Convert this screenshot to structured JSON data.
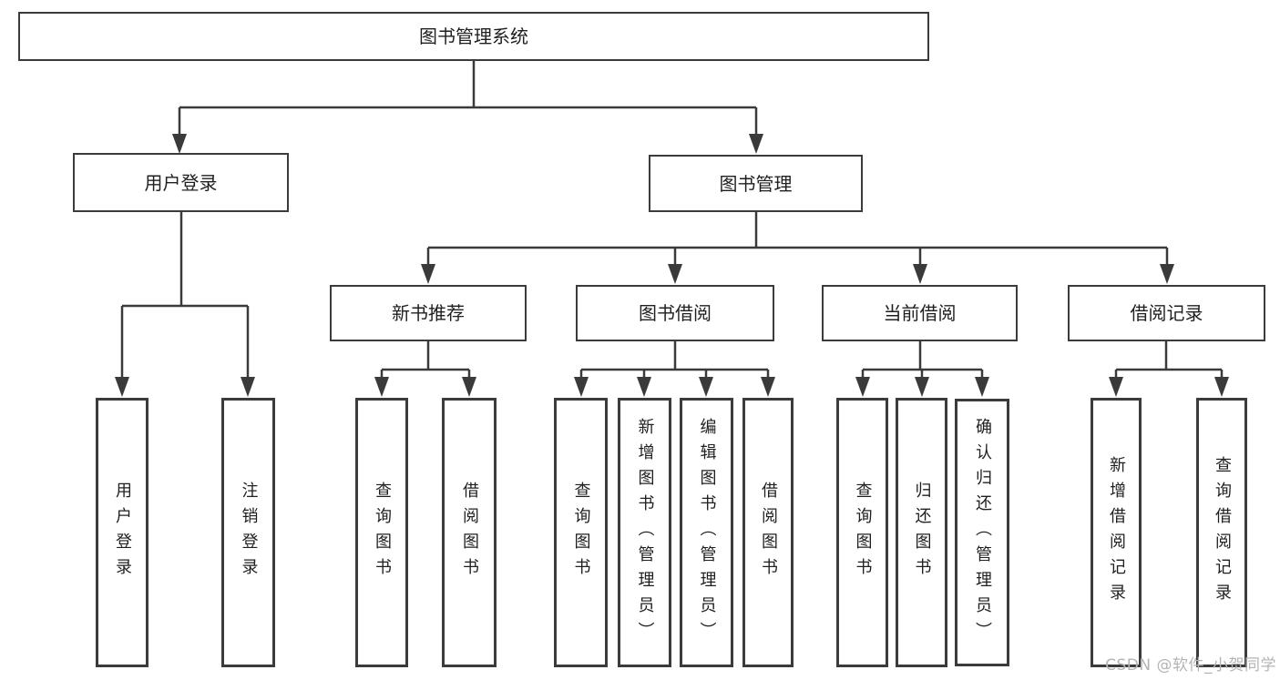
{
  "root": {
    "label": "图书管理系统"
  },
  "login_branch": {
    "label": "用户登录",
    "leaves": [
      "用户登录",
      "注销登录"
    ]
  },
  "management_branch": {
    "label": "图书管理",
    "groups": [
      {
        "label": "新书推荐",
        "leaves": [
          "查询图书",
          "借阅图书"
        ]
      },
      {
        "label": "图书借阅",
        "leaves": [
          "查询图书",
          "新增图书（管理员）",
          "编辑图书（管理员）",
          "借阅图书"
        ]
      },
      {
        "label": "当前借阅",
        "leaves": [
          "查询图书",
          "归还图书",
          "确认归还（管理员）"
        ]
      },
      {
        "label": "借阅记录",
        "leaves": [
          "新增借阅记录",
          "查询借阅记录"
        ]
      }
    ]
  },
  "watermark": "CSDN @软件_小贺同学",
  "colors": {
    "background": "#ffffff",
    "box_border": "#3b3b3b",
    "connector_line": "#3a3a3a",
    "text": "#1f1f1f",
    "watermark_text": "#b4b4b4"
  }
}
